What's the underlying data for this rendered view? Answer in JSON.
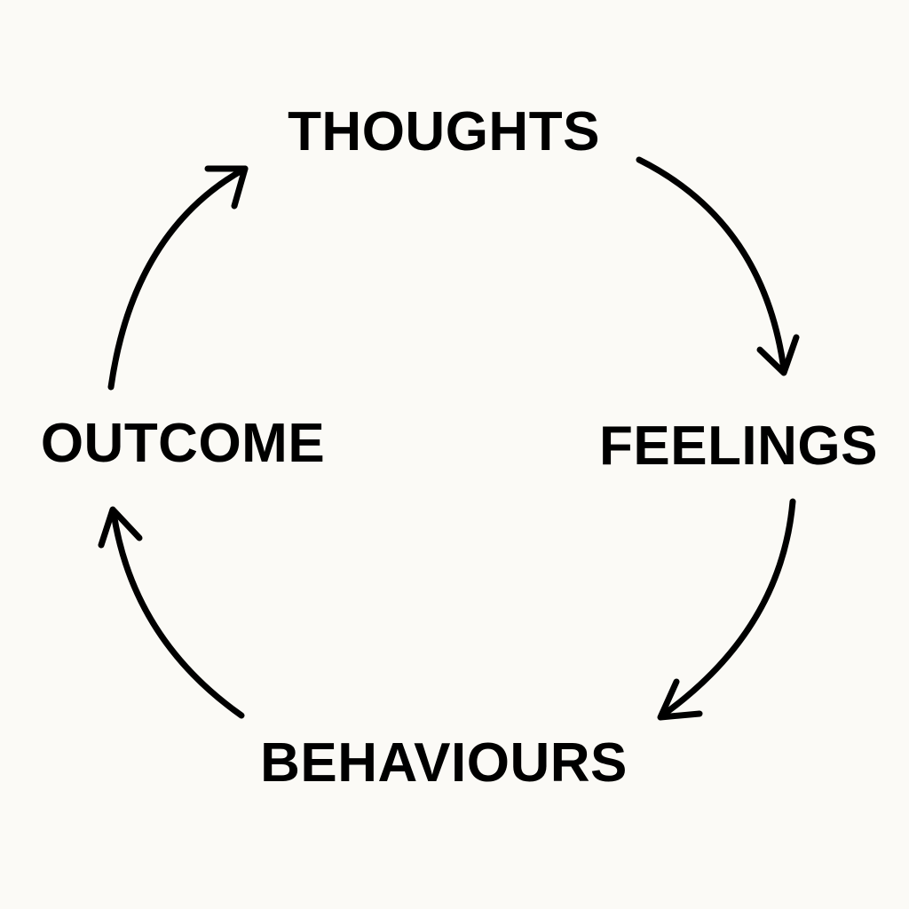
{
  "diagram": {
    "nodes": [
      {
        "id": "thoughts",
        "label": "THOUGHTS"
      },
      {
        "id": "feelings",
        "label": "FEELINGS"
      },
      {
        "id": "behaviours",
        "label": "BEHAVIOURS"
      },
      {
        "id": "outcome",
        "label": "OUTCOME"
      }
    ],
    "edges": [
      {
        "from": "thoughts",
        "to": "feelings"
      },
      {
        "from": "feelings",
        "to": "behaviours"
      },
      {
        "from": "behaviours",
        "to": "outcome"
      },
      {
        "from": "outcome",
        "to": "thoughts"
      }
    ],
    "colors": {
      "background": "#fbfaf6",
      "ink": "#000000"
    }
  }
}
